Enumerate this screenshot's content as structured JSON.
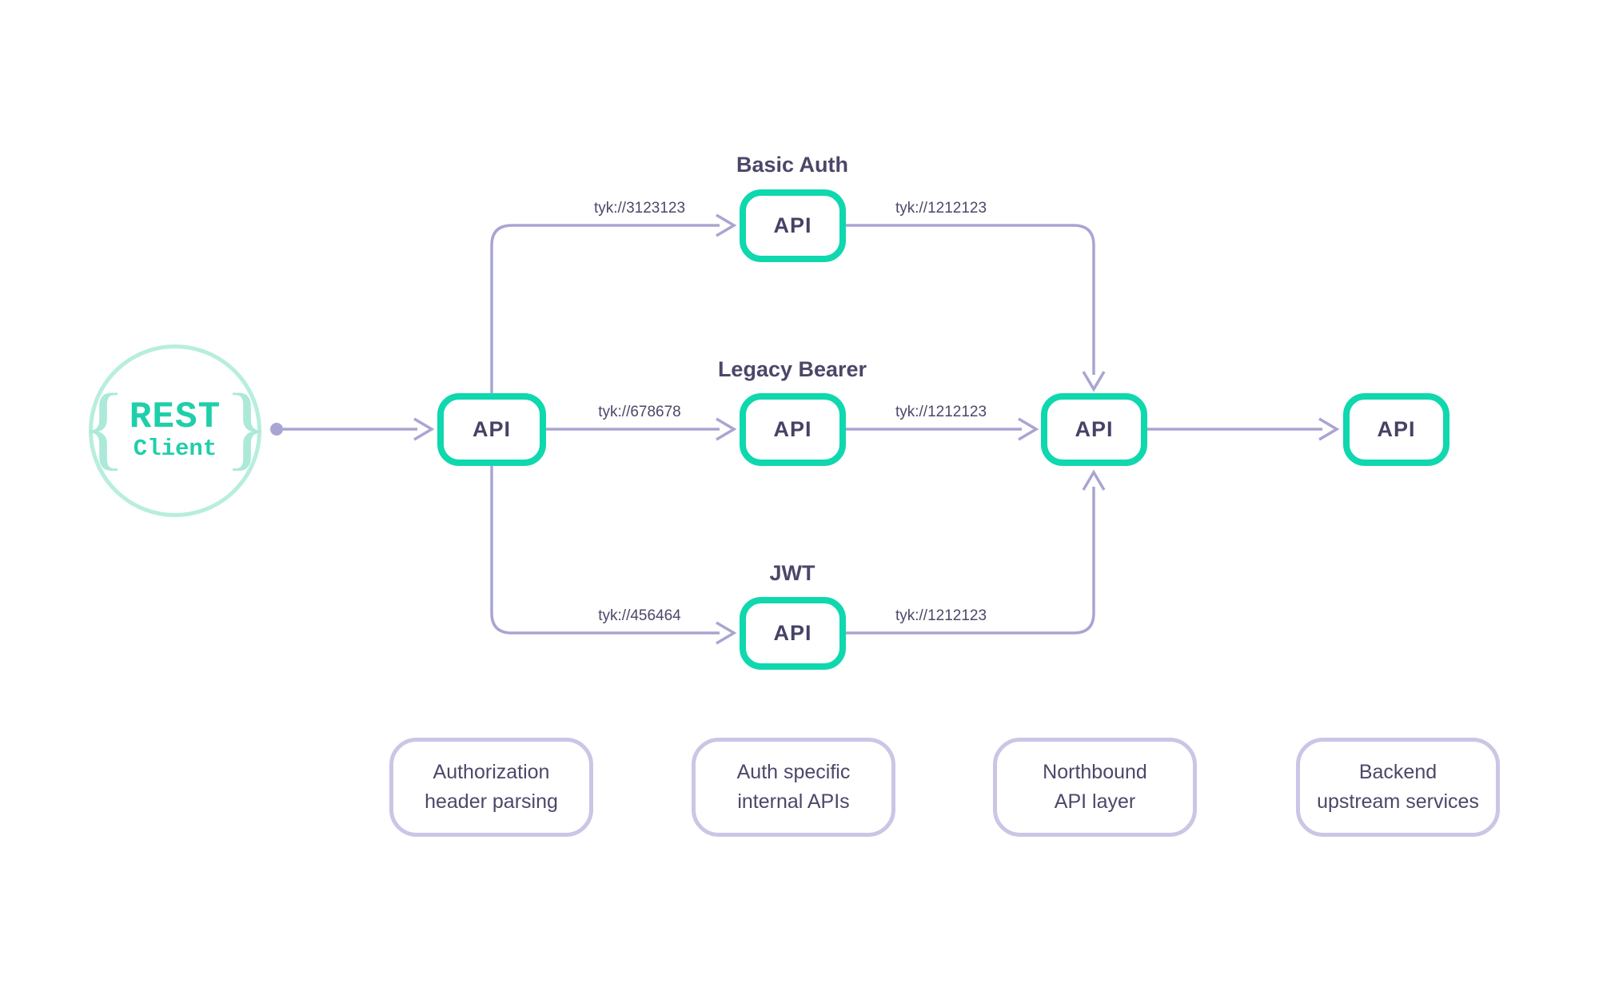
{
  "client": {
    "brace_left": "{",
    "brace_right": "}",
    "line1": "REST",
    "line2": "Client"
  },
  "nodes": [
    {
      "id": "auth-parsing-api",
      "label": "API"
    },
    {
      "id": "basic-auth-api",
      "label": "API"
    },
    {
      "id": "legacy-bearer-api",
      "label": "API"
    },
    {
      "id": "jwt-api",
      "label": "API"
    },
    {
      "id": "northbound-api",
      "label": "API"
    },
    {
      "id": "backend-api",
      "label": "API"
    }
  ],
  "flows": [
    {
      "title": "Basic Auth",
      "in_label": "tyk://3123123",
      "out_label": "tyk://1212123"
    },
    {
      "title": "Legacy Bearer",
      "in_label": "tyk://678678",
      "out_label": "tyk://1212123"
    },
    {
      "title": "JWT",
      "in_label": "tyk://456464",
      "out_label": "tyk://1212123"
    }
  ],
  "captions": [
    {
      "line1": "Authorization",
      "line2": "header parsing"
    },
    {
      "line1": "Auth specific",
      "line2": "internal APIs"
    },
    {
      "line1": "Northbound",
      "line2": "API layer"
    },
    {
      "line1": "Backend",
      "line2": "upstream services"
    }
  ],
  "colors": {
    "node_border": "#0fd7ae",
    "client_ring": "#b7eedd",
    "client_text": "#1fcfa9",
    "connector": "#a9a5d2",
    "caption_border": "#c9c6e6",
    "text_dark": "#4b4869"
  }
}
